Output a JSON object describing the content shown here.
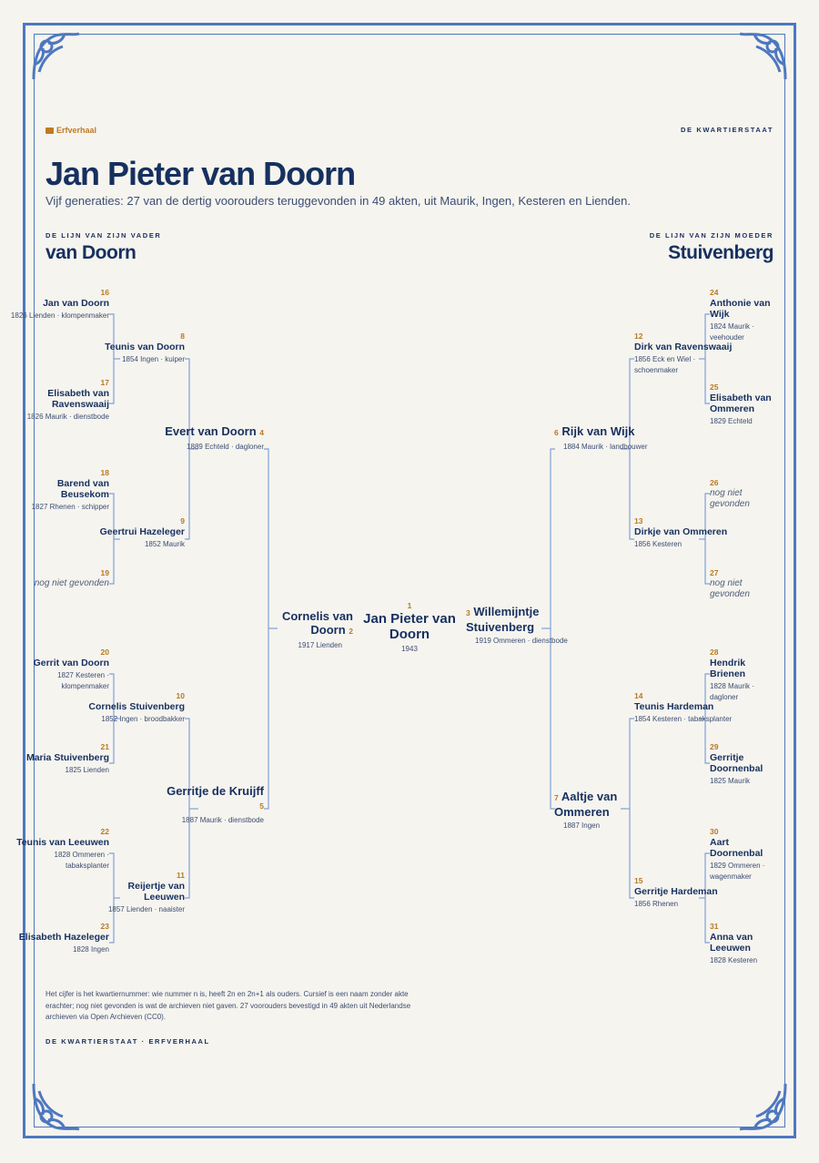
{
  "brand": {
    "name": "Erfverhaal",
    "icon": "book-icon"
  },
  "header_label": "DE KWARTIERSTAAT",
  "title": "Jan Pieter van Doorn",
  "subtitle": "Vijf generaties: 27 van de dertig voorouders teruggevonden in 49 akten, uit Maurik, Ingen, Kesteren en Lienden.",
  "father_side": {
    "label": "DE LIJN VAN ZIJN VADER",
    "name": "van Doorn"
  },
  "mother_side": {
    "label": "DE LIJN VAN ZIJN MOEDER",
    "name": "Stuivenberg"
  },
  "persons": {
    "p1": {
      "num": "1",
      "name": "Jan Pieter van Doorn",
      "meta": "1943"
    },
    "p2": {
      "num": "2",
      "name": "Cornelis van Doorn",
      "meta": "1917 Lienden"
    },
    "p3": {
      "num": "3",
      "name": "Willemijntje Stuivenberg",
      "meta": "1919 Ommeren · dienstbode"
    },
    "p4": {
      "num": "4",
      "name": "Evert van Doorn",
      "meta": "1889 Echteld · dagloner"
    },
    "p5": {
      "num": "5",
      "name": "Gerritje de Kruijff",
      "meta": "1887 Maurik · dienstbode"
    },
    "p6": {
      "num": "6",
      "name": "Rijk van Wijk",
      "meta": "1884 Maurik · landbouwer"
    },
    "p7": {
      "num": "7",
      "name": "Aaltje van Ommeren",
      "meta": "1887 Ingen"
    },
    "p8": {
      "num": "8",
      "name": "Teunis van Doorn",
      "meta": "1854 Ingen · kuiper"
    },
    "p9": {
      "num": "9",
      "name": "Geertrui Hazeleger",
      "meta": "1852 Maurik"
    },
    "p10": {
      "num": "10",
      "name": "Cornelis Stuivenberg",
      "meta": "1852 Ingen · broodbakker"
    },
    "p11": {
      "num": "11",
      "name": "Reijertje van Leeuwen",
      "meta": "1857 Lienden · naaister"
    },
    "p12": {
      "num": "12",
      "name": "Dirk van Ravenswaaij",
      "meta": "1856 Eck en Wiel · schoenmaker"
    },
    "p13": {
      "num": "13",
      "name": "Dirkje van Ommeren",
      "meta": "1856 Kesteren"
    },
    "p14": {
      "num": "14",
      "name": "Teunis Hardeman",
      "meta": "1854 Kesteren · tabaksplanter"
    },
    "p15": {
      "num": "15",
      "name": "Gerritje Hardeman",
      "meta": "1856 Rhenen"
    },
    "p16": {
      "num": "16",
      "name": "Jan van Doorn",
      "meta": "1826 Lienden · klompenmaker"
    },
    "p17": {
      "num": "17",
      "name": "Elisabeth van Ravenswaaij",
      "meta": "1826 Maurik · dienstbode"
    },
    "p18": {
      "num": "18",
      "name": "Barend van Beusekom",
      "meta": "1827 Rhenen · schipper"
    },
    "p19": {
      "num": "19",
      "unknown": "nog niet gevonden"
    },
    "p20": {
      "num": "20",
      "name": "Gerrit van Doorn",
      "meta": "1827 Kesteren · klompenmaker"
    },
    "p21": {
      "num": "21",
      "name": "Maria Stuivenberg",
      "meta": "1825 Lienden"
    },
    "p22": {
      "num": "22",
      "name": "Teunis van Leeuwen",
      "meta": "1828 Ommeren · tabaksplanter"
    },
    "p23": {
      "num": "23",
      "name": "Elisabeth Hazeleger",
      "meta": "1828 Ingen"
    },
    "p24": {
      "num": "24",
      "name": "Anthonie van Wijk",
      "meta": "1824 Maurik · veehouder"
    },
    "p25": {
      "num": "25",
      "name": "Elisabeth van Ommeren",
      "meta": "1829 Echteld"
    },
    "p26": {
      "num": "26",
      "unknown": "nog niet gevonden"
    },
    "p27": {
      "num": "27",
      "unknown": "nog niet gevonden"
    },
    "p28": {
      "num": "28",
      "name": "Hendrik Brienen",
      "meta": "1828 Maurik · dagloner"
    },
    "p29": {
      "num": "29",
      "name": "Gerritje Doornenbal",
      "meta": "1825 Maurik"
    },
    "p30": {
      "num": "30",
      "name": "Aart Doornenbal",
      "meta": "1829 Ommeren · wagenmaker"
    },
    "p31": {
      "num": "31",
      "name": "Anna van Leeuwen",
      "meta": "1828 Kesteren"
    }
  },
  "footnote": "Het cijfer is het kwartiernummer: wie nummer n is, heeft 2n en 2n+1 als ouders. Cursief is een naam zonder akte erachter; nog niet gevonden is wat de archieven niet gaven. 27 voorouders bevestigd in 49 akten uit Nederlandse archieven via Open Archieven (CC0).",
  "footer": "DE KWARTIERSTAAT · ERFVERHAAL",
  "colors": {
    "accent": "#4d78bf",
    "navy": "#16305f",
    "number": "#b87a22",
    "background": "#f6f4ef"
  }
}
